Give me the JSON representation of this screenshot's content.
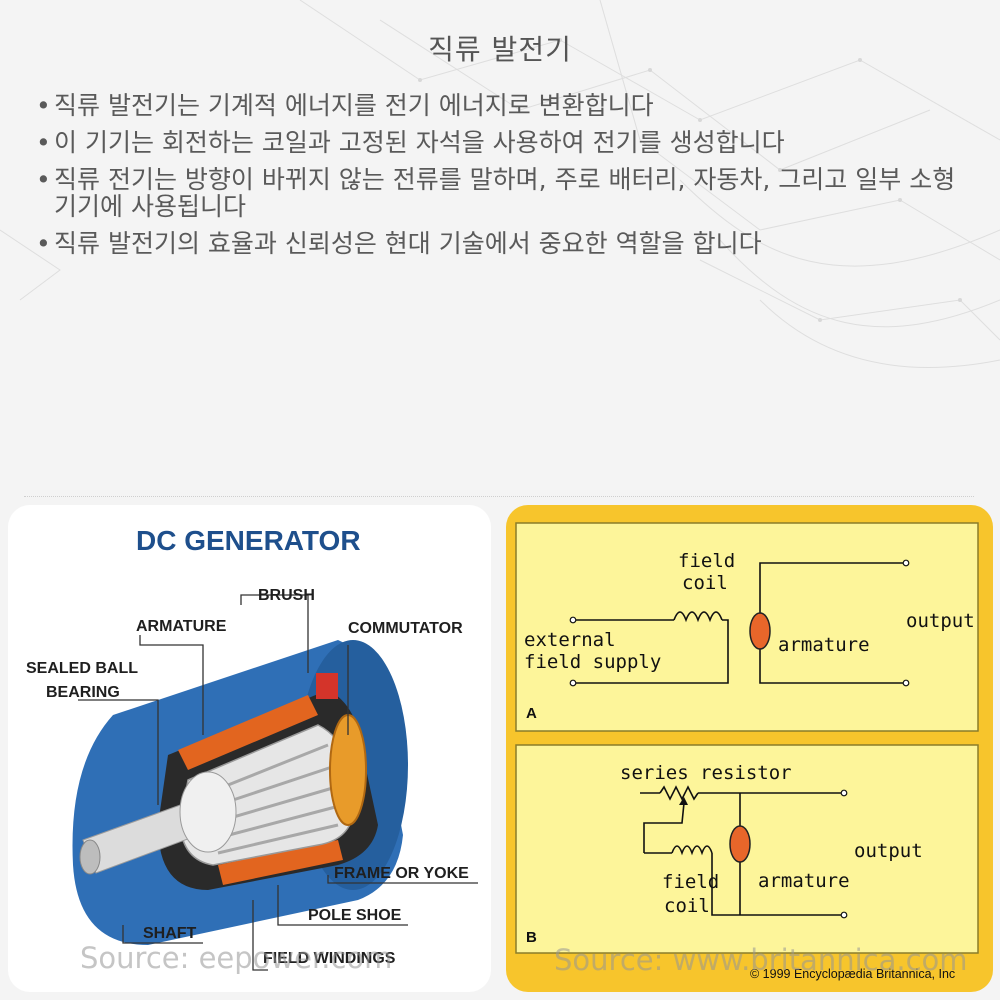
{
  "title": "직류 발전기",
  "bullets": [
    "직류 발전기는 기계적 에너지를 전기 에너지로 변환합니다",
    "이 기기는 회전하는 코일과 고정된 자석을 사용하여 전기를 생성합니다",
    "직류 전기는 방향이 바뀌지 않는 전류를 말하며, 주로 배터리, 자동차, 그리고 일부 소형 기기에 사용됩니다",
    "직류 발전기의 효율과 신뢰성은 현대 기술에서 중요한 역할을 합니다"
  ],
  "left_image": {
    "heading": "DC GENERATOR",
    "labels": {
      "brush": "BRUSH",
      "armature": "ARMATURE",
      "commutator": "COMMUTATOR",
      "sealed_ball": "SEALED BALL",
      "bearing": "BEARING",
      "frame": "FRAME OR YOKE",
      "pole_shoe": "POLE SHOE",
      "shaft": "SHAFT",
      "field_windings": "FIELD WINDINGS"
    },
    "source": "Source: eepower.com"
  },
  "right_image": {
    "panel_a": {
      "field": "field",
      "coil": "coil",
      "external": "external",
      "field_supply": "field supply",
      "armature": "armature",
      "output": "output",
      "letter": "A"
    },
    "panel_b": {
      "series_resistor": "series resistor",
      "field": "field",
      "coil": "coil",
      "armature": "armature",
      "output": "output",
      "letter": "B"
    },
    "copyright": "© 1999 Encyclopædia Britannica, Inc",
    "source": "Source: www.britannica.com"
  }
}
